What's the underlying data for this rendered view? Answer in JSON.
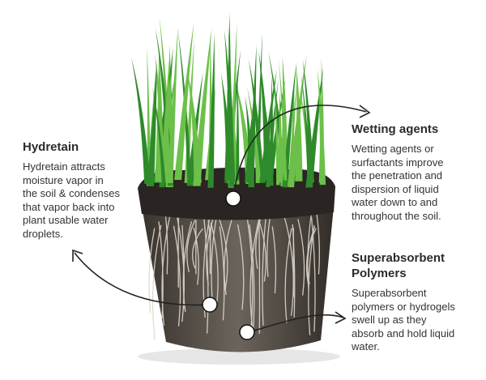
{
  "callouts": {
    "hydretain": {
      "title": "Hydretain",
      "body": "Hydretain attracts\nmoisture vapor in\nthe soil & condenses\nthat vapor back into\nplant usable water\ndroplets."
    },
    "wetting": {
      "title": "Wetting agents",
      "body": "Wetting agents or\nsurfactants improve\nthe penetration and\ndispersion of liquid\nwater down to and\nthroughout the soil."
    },
    "polymers": {
      "title": "Superabsorbent\nPolymers",
      "body": "Superabsorbent\npolymers or hydrogels\nswell up as they\nabsorb and hold liquid\nwater."
    }
  },
  "colors": {
    "grass_light": "#6cc04a",
    "grass_dark": "#2e8a2a",
    "soil": "#2a2522",
    "roots": "#d9d4c9",
    "text": "#2b2b2b"
  }
}
